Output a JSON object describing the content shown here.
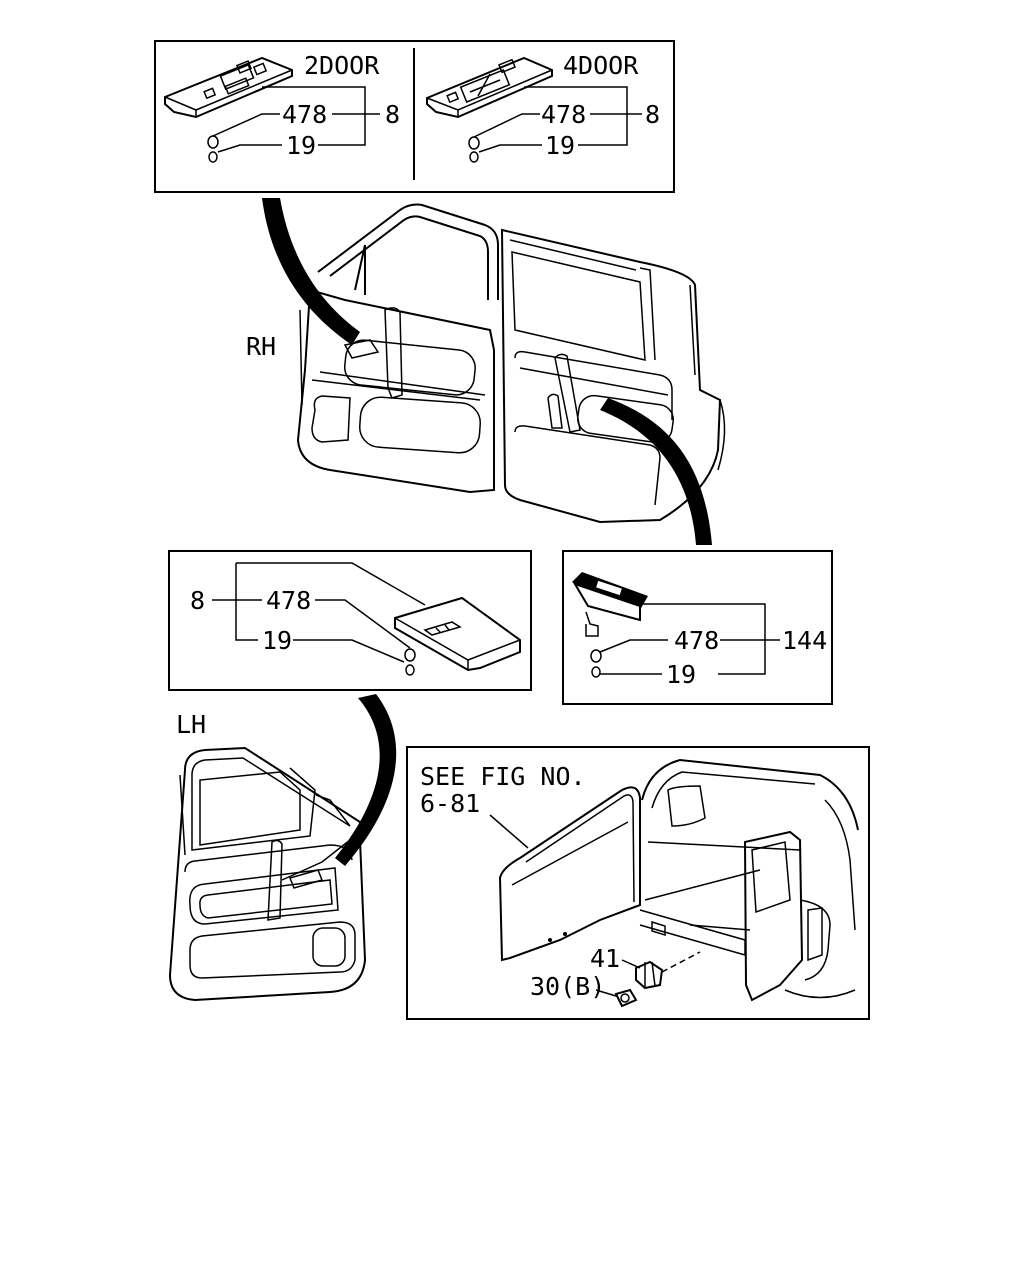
{
  "panel_2door": {
    "title": "2DOOR",
    "callout_assembly": "8",
    "callout_switch": "478",
    "callout_bulb": "19"
  },
  "panel_4door": {
    "title": "4DOOR",
    "callout_assembly": "8",
    "callout_switch": "478",
    "callout_bulb": "19"
  },
  "rh_label": "RH",
  "lh_label": "LH",
  "panel_lh_switch": {
    "callout_assembly": "8",
    "callout_switch": "478",
    "callout_bulb": "19"
  },
  "panel_rear_switch": {
    "callout_assembly": "144",
    "callout_switch": "478",
    "callout_bulb": "19"
  },
  "panel_tailgate": {
    "see_fig_line1": "SEE FIG NO.",
    "see_fig_line2": "6-81",
    "callout_latch": "41",
    "callout_bolt": "30(B)"
  }
}
